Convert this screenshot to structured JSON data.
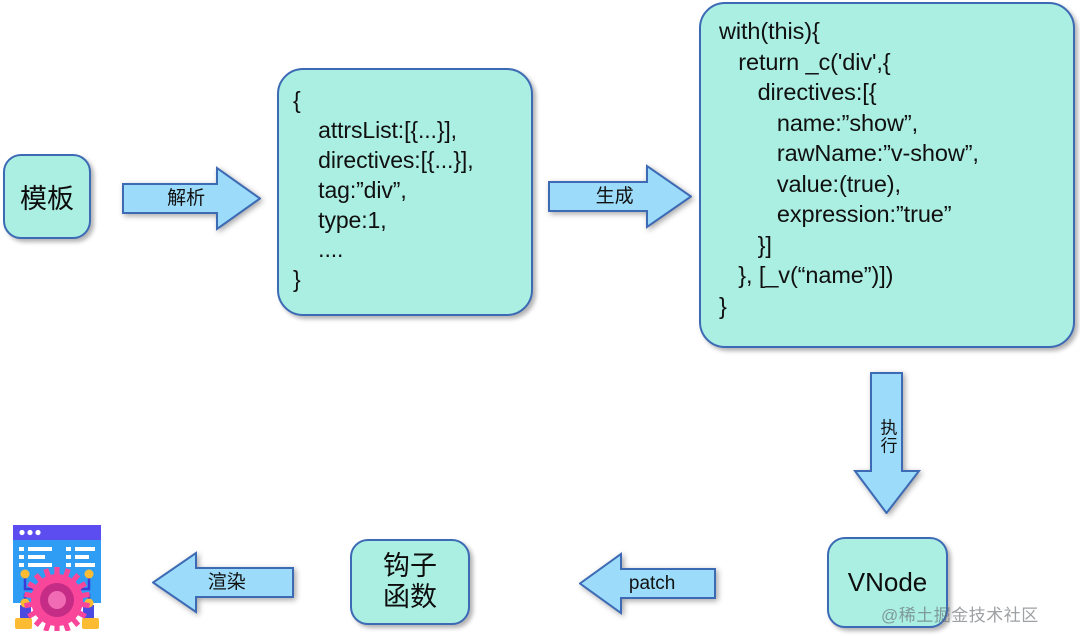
{
  "diagram": {
    "title": "Vue template compile to render flow",
    "colors": {
      "node_fill": "#abeee2",
      "node_border": "#3c6ab5",
      "arrow_fill": "#9cdcfa",
      "arrow_border": "#3c6ab5",
      "text": "#101010"
    },
    "nodes": {
      "template": {
        "label": "模板"
      },
      "ast": {
        "code": "{\n    attrsList:[{...}],\n    directives:[{...}],\n    tag:”div”,\n    type:1,\n    ....\n}"
      },
      "render": {
        "code": "with(this){\n   return _c('div',{\n      directives:[{\n         name:”show”,\n         rawName:”v-show”,\n         value:(true),\n         expression:”true”\n      }]\n   }, [_v(“name”)])\n}"
      },
      "vnode": {
        "label": "VNode"
      },
      "hook": {
        "line1": "钩子",
        "line2": "函数"
      },
      "output": {
        "icon": "browser-gear-illustration"
      }
    },
    "arrows": {
      "parse": {
        "label": "解析",
        "direction": "right"
      },
      "generate": {
        "label": "生成",
        "direction": "right"
      },
      "execute": {
        "label": "执行",
        "direction": "down"
      },
      "patch": {
        "label": "patch",
        "direction": "left"
      },
      "render": {
        "label": "渲染",
        "direction": "left"
      }
    },
    "watermark": {
      "text": "@稀土掘金技术社区"
    }
  }
}
